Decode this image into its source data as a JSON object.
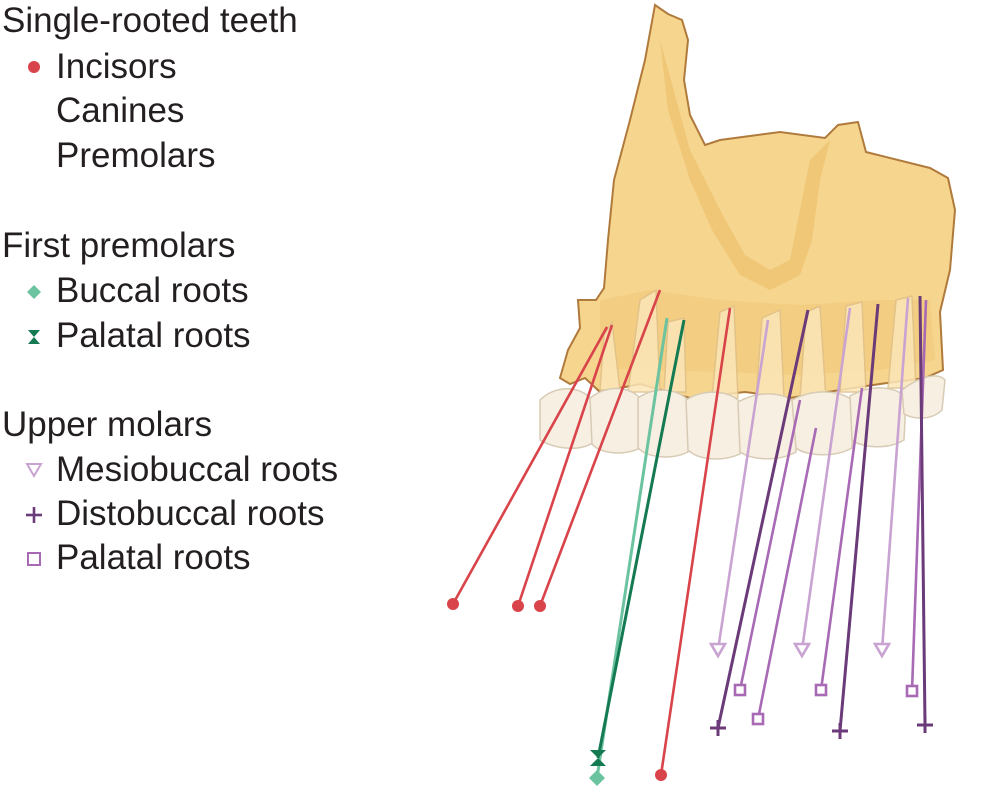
{
  "legend": {
    "groups": [
      {
        "heading": "Single-rooted teeth",
        "items": [
          {
            "label": "Incisors",
            "marker": "circle",
            "color": "#d9434a"
          },
          {
            "label": "Canines",
            "marker": "none"
          },
          {
            "label": "Premolars",
            "marker": "none"
          }
        ]
      },
      {
        "heading": "First premolars",
        "items": [
          {
            "label": "Buccal roots",
            "marker": "diamond",
            "color": "#6cc3a0"
          },
          {
            "label": "Palatal roots",
            "marker": "hourglass",
            "color": "#137a52"
          }
        ]
      },
      {
        "heading": "Upper molars",
        "items": [
          {
            "label": "Mesiobuccal roots",
            "marker": "triangle-down-open",
            "color": "#c9a3d1"
          },
          {
            "label": "Distobuccal roots",
            "marker": "plus",
            "color": "#6b3a78"
          },
          {
            "label": "Palatal roots",
            "marker": "square-open",
            "color": "#a86ab4"
          }
        ]
      }
    ]
  },
  "colors": {
    "bone": "#f6d58e",
    "bone_shadow": "#e8b860",
    "bone_outline": "#b07a3c",
    "teeth": "#f7efe1",
    "teeth_outline": "#d8cbb5",
    "single_root": "#d9434a",
    "premolar_buccal": "#6cc3a0",
    "premolar_palatal": "#137a52",
    "molar_mesiobuccal": "#c9a3d1",
    "molar_distobuccal": "#6b3a78",
    "molar_palatal": "#a86ab4"
  }
}
